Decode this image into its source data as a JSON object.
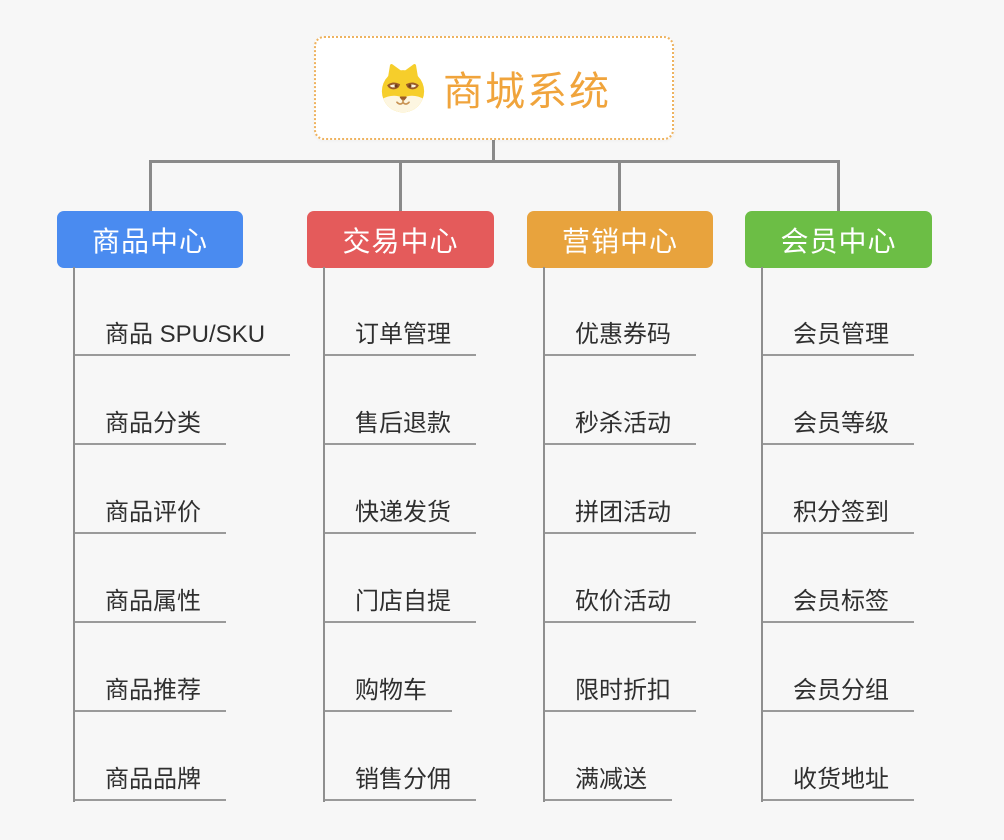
{
  "root": {
    "title": "商城系统",
    "icon": "doge-icon"
  },
  "branches": [
    {
      "label": "商品中心",
      "color": "#4a8bf0",
      "items": [
        "商品 SPU/SKU",
        "商品分类",
        "商品评价",
        "商品属性",
        "商品推荐",
        "商品品牌"
      ]
    },
    {
      "label": "交易中心",
      "color": "#e45b5b",
      "items": [
        "订单管理",
        "售后退款",
        "快递发货",
        "门店自提",
        "购物车",
        "销售分佣"
      ]
    },
    {
      "label": "营销中心",
      "color": "#e8a33d",
      "items": [
        "优惠券码",
        "秒杀活动",
        "拼团活动",
        "砍价活动",
        "限时折扣",
        "满减送"
      ]
    },
    {
      "label": "会员中心",
      "color": "#6cbe45",
      "items": [
        "会员管理",
        "会员等级",
        "积分签到",
        "会员标签",
        "会员分组",
        "收货地址"
      ]
    }
  ],
  "colors": {
    "background": "#f7f7f7",
    "connector": "#8a8a8a",
    "underline": "#9a9a9a",
    "title_text": "#f0a43c",
    "root_border": "#eeb360",
    "item_text": "#2f2f2f"
  }
}
